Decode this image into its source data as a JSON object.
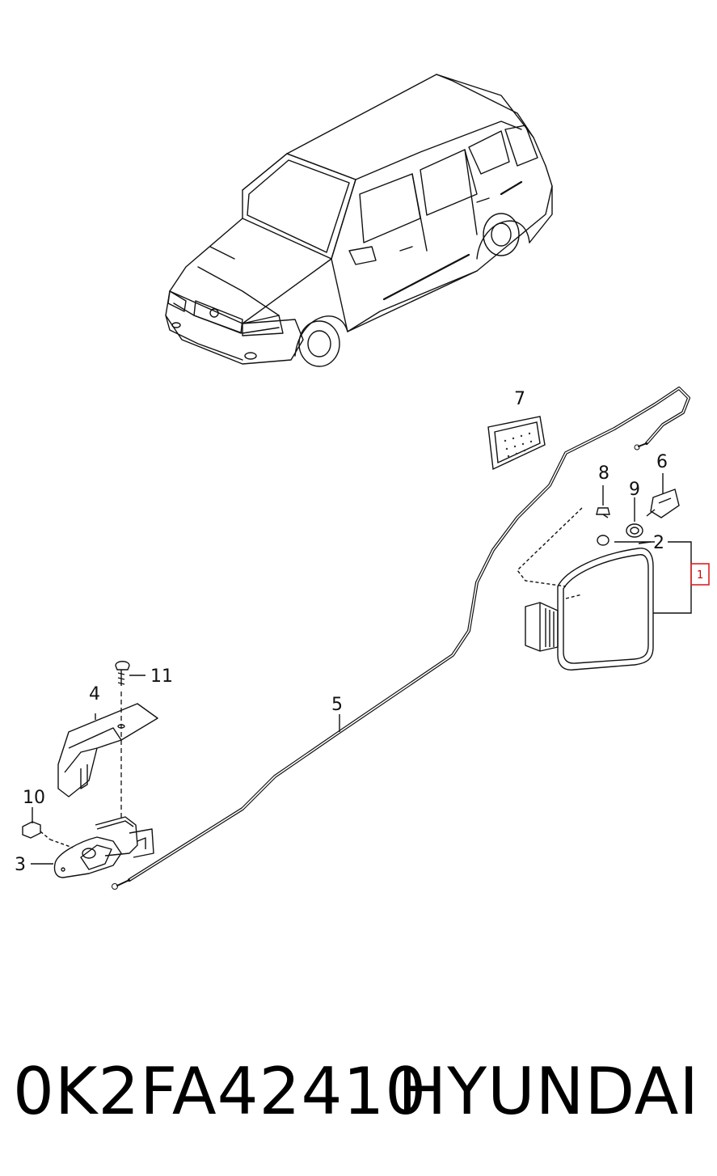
{
  "callouts": {
    "c1": "1",
    "c2": "2",
    "c3": "3",
    "c4": "4",
    "c5": "5",
    "c6": "6",
    "c7": "7",
    "c8": "8",
    "c9": "9",
    "c10": "10",
    "c11": "11"
  },
  "footer": {
    "part_number": "0K2FA42410",
    "brand": "HYUNDAI"
  },
  "colors": {
    "line": "#111111",
    "highlight": "#dd2222"
  }
}
